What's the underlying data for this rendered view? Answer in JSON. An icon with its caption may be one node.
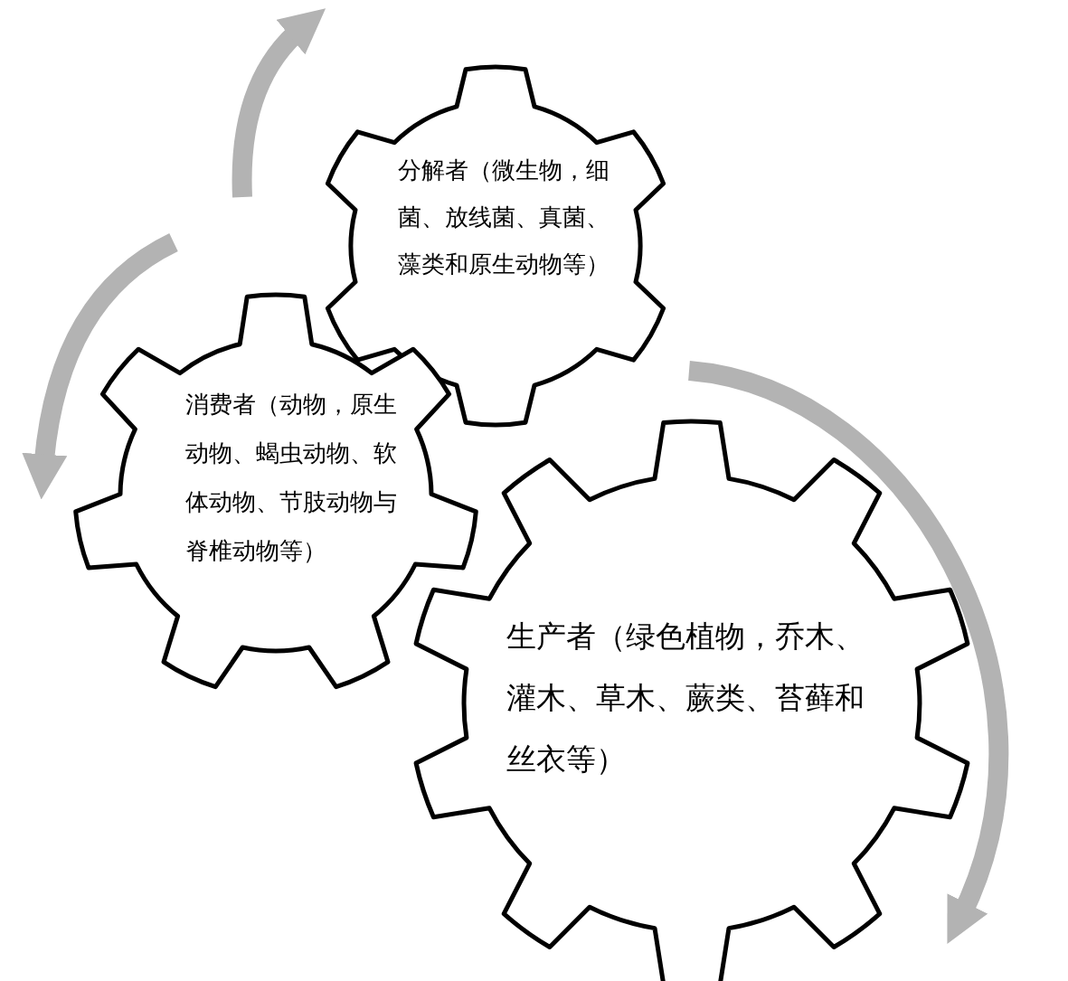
{
  "diagram": {
    "nodes": [
      {
        "text": [
          "分解者（微生物，细菌、放线菌、真菌、藻类和原生动物等）"
        ]
      },
      {
        "text": [
          "消费者（动物，原生动物、蝎虫动物、软体动物、节肢动物与脊椎动物等）"
        ]
      },
      {
        "text": [
          "生产者（绿色植物，乔木、灌木、草木、蕨类、苔藓和丝衣等）"
        ]
      }
    ]
  }
}
